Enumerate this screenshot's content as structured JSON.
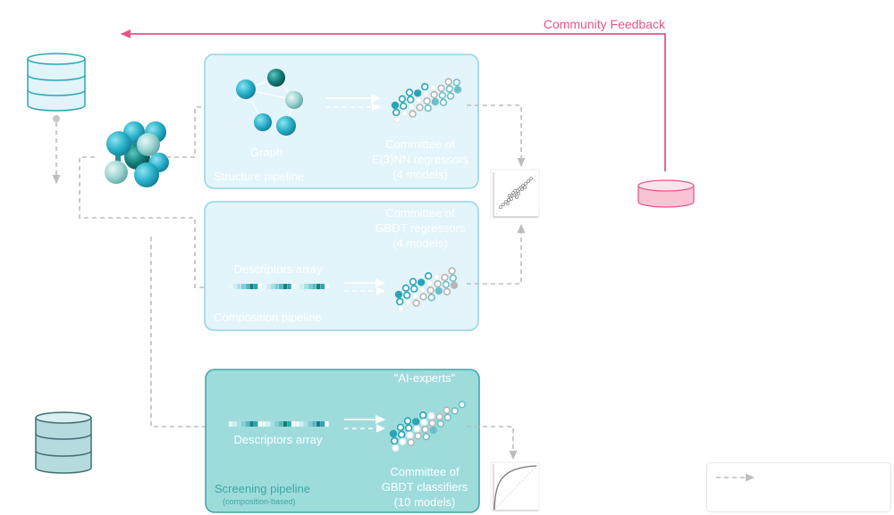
{
  "community_feedback": "Community Feedback",
  "structure_pipeline": {
    "graph_label": "Graph",
    "committee_lines": [
      "Committee of",
      "E(3)NN regressors",
      "(4 models)"
    ],
    "name": "Structure pipeline"
  },
  "composition_pipeline": {
    "committee_lines": [
      "Committee of",
      "GBDT regressors",
      "(4 models)"
    ],
    "descriptors_label": "Descriptors array",
    "name": "Composition pipeline"
  },
  "screening_pipeline": {
    "ai_experts_label": "\"AI-experts\"",
    "descriptors_label": "Descriptors array",
    "committee_lines": [
      "Committee of",
      "GBDT classifiers",
      "(10 models)"
    ],
    "name": "Screening pipeline",
    "subname": "(composition-based)"
  },
  "colors": {
    "feedback": "#e8538a",
    "teal": "#2aa5b5",
    "light_panel": "#e3f4fa",
    "screen_panel": "#9edcdc",
    "dashed": "#bdbdbd"
  }
}
